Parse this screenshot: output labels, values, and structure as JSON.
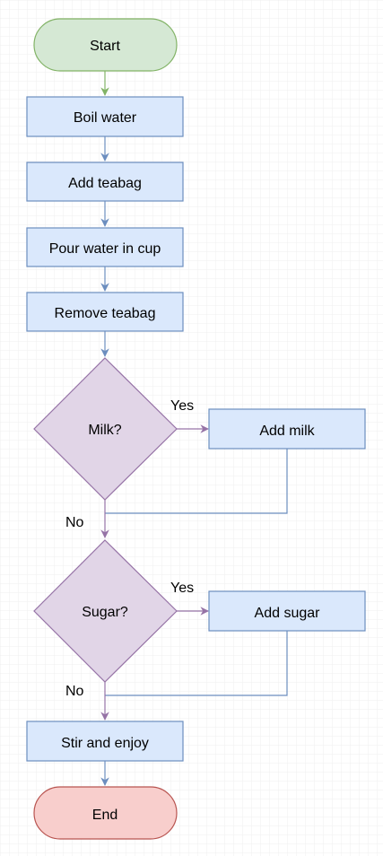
{
  "nodes": {
    "start": "Start",
    "boil": "Boil water",
    "teabag": "Add teabag",
    "pour": "Pour water in cup",
    "remove": "Remove teabag",
    "milk_q": "Milk?",
    "add_milk": "Add milk",
    "sugar_q": "Sugar?",
    "add_sugar": "Add sugar",
    "stir": "Stir and enjoy",
    "end": "End"
  },
  "edges": {
    "milk_yes": "Yes",
    "milk_no": "No",
    "sugar_yes": "Yes",
    "sugar_no": "No"
  },
  "colors": {
    "start_fill": "#d5e8d4",
    "start_stroke": "#82b366",
    "process_fill": "#dae8fc",
    "process_stroke": "#6c8ebf",
    "decision_fill": "#e1d5e7",
    "decision_stroke": "#9673a6",
    "end_fill": "#f8cecc",
    "end_stroke": "#b85450",
    "grid": "#e6e6e6"
  }
}
